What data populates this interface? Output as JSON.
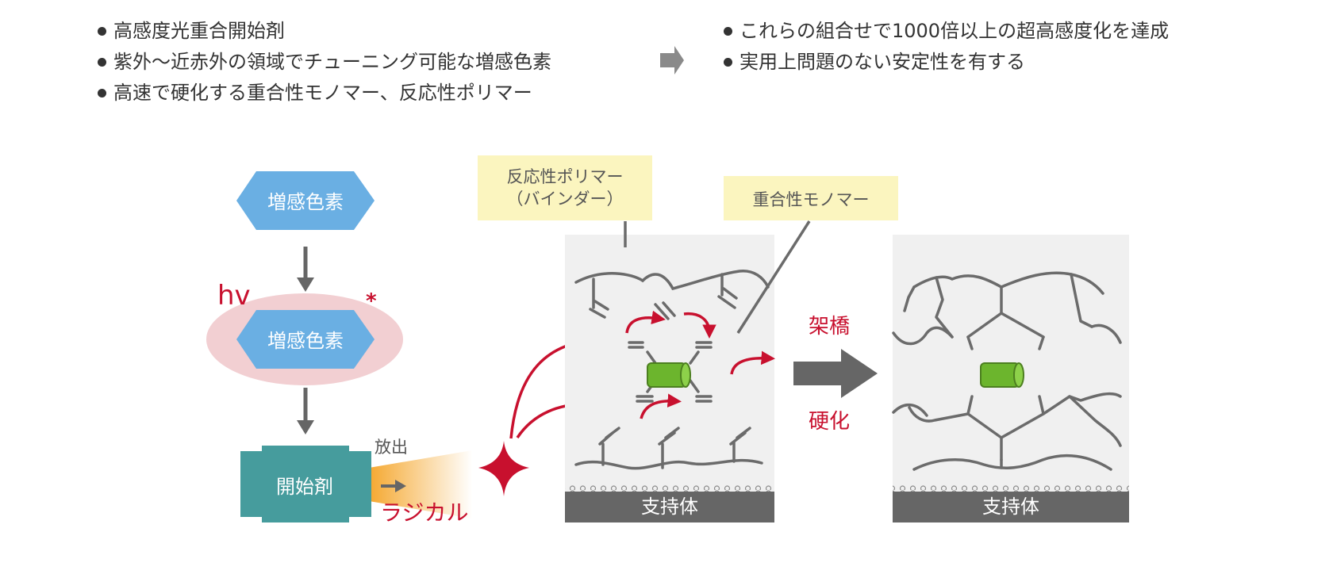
{
  "requirements": {
    "items": [
      "高感度光重合開始剤",
      "紫外〜近赤外の領域でチューニング可能な増感色素",
      "高速で硬化する重合性モノマー、反応性ポリマー"
    ]
  },
  "results": {
    "items": [
      "これらの組合せで1000倍以上の超高感度化を達成",
      "実用上問題のない安定性を有する"
    ]
  },
  "flow": {
    "sensitizer_top": "増感色素",
    "hv": "hv",
    "excited_mark": "*",
    "sensitizer_excited": "増感色素",
    "initiator": "開始剤",
    "release": "放出",
    "radical": "ラジカル"
  },
  "before": {
    "reactive_polymer_line1": "反応性ポリマー",
    "reactive_polymer_line2": "（バインダー）",
    "monomer": "重合性モノマー",
    "substrate": "支持体"
  },
  "process": {
    "crosslink": "架橋",
    "cure": "硬化"
  },
  "after": {
    "substrate": "支持体"
  },
  "colors": {
    "sensitizer": "#6aafe3",
    "halo": "#f2cfd2",
    "initiator": "#469c9d",
    "radical_red": "#c8102e",
    "label_bg": "#fbf5bf",
    "panel_bg": "#f0f0f0",
    "substrate": "#666666",
    "chain": "#6b6b6b",
    "core_green": "#6cb52d",
    "arrow_gray": "#7a7a7a",
    "glow": "#f5a830"
  }
}
